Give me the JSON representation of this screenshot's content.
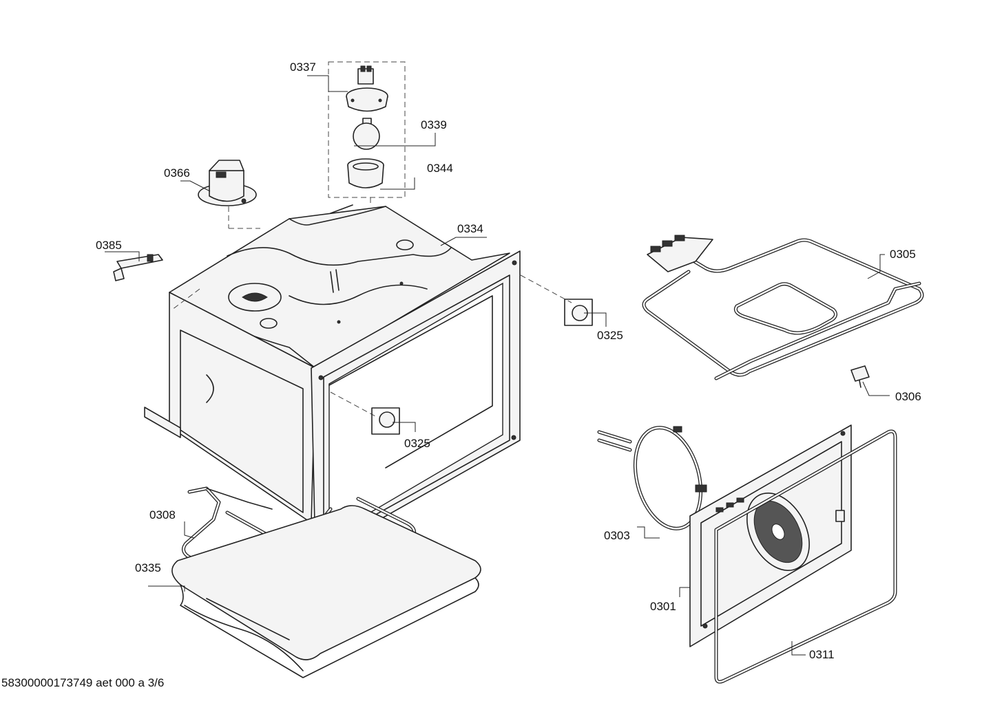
{
  "labels": {
    "p0337": "0337",
    "p0339": "0339",
    "p0344": "0344",
    "p0366": "0366",
    "p0334": "0334",
    "p0385": "0385",
    "p0325a": "0325",
    "p0325b": "0325",
    "p0305": "0305",
    "p0306": "0306",
    "p0303": "0303",
    "p0308": "0308",
    "p0335": "0335",
    "p0301": "0301",
    "p0311": "0311"
  },
  "footer": "58300000173749 aet 000 a 3/6"
}
